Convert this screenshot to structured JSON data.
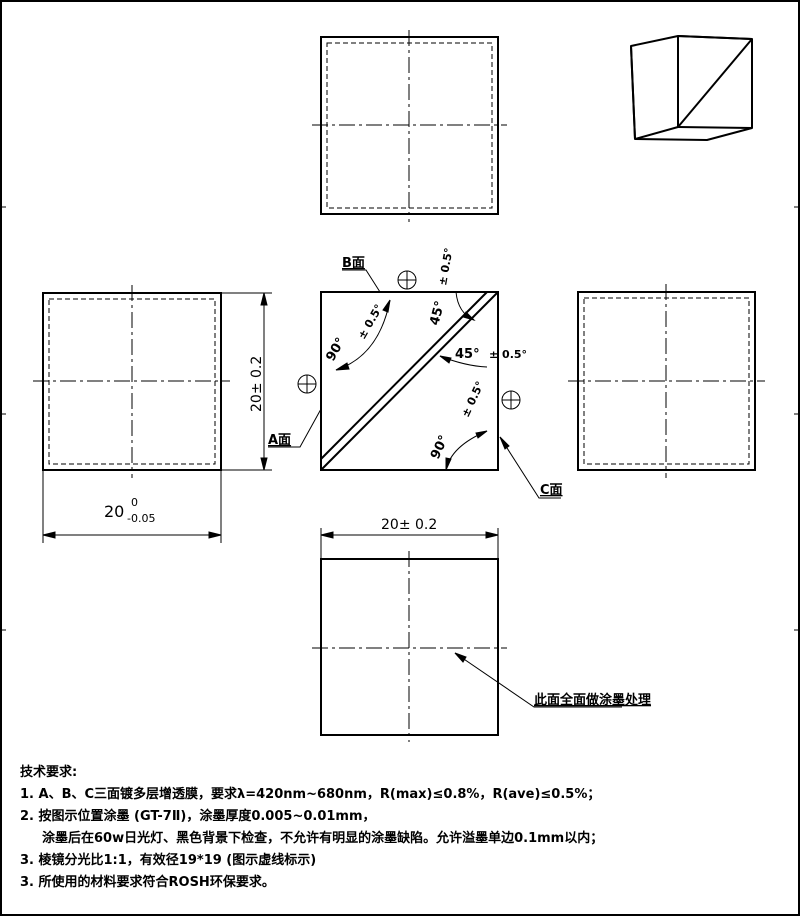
{
  "labels": {
    "face_a": "A面",
    "face_b": "B面",
    "face_c": "C面",
    "coat_note": "此面全面做涂墨处理"
  },
  "dimensions": {
    "height_tol": "20± 0.2",
    "width_base": "20",
    "width_upper": "0",
    "width_lower": "-0.05",
    "bottom_width": "20± 0.2"
  },
  "angles": {
    "b_angle": "90°",
    "b_tol": "± 0.5°",
    "top_angle": "45°",
    "top_tol": "± 0.5°",
    "mid_angle": "45°",
    "mid_tol": "± 0.5°",
    "c_angle": "90°",
    "c_tol": "± 0.5°"
  },
  "notes": {
    "heading": "技术要求:",
    "line1": "1. A、B、C三面镀多层增透膜，要求λ=420nm~680nm，R(max)≤0.8%，R(ave)≤0.5%；",
    "line2a": "2. 按图示位置涂墨 (GT-7Ⅱ)，涂墨厚度0.005~0.01mm，",
    "line2b": "涂墨后在60w日光灯、黑色背景下检查，不允许有明显的涂墨缺陷。允许溢墨单边0.1mm以内；",
    "line3": "3. 棱镜分光比1:1，有效径19*19 (图示虚线标示)",
    "line4": "3. 所使用的材料要求符合ROSH环保要求。"
  }
}
